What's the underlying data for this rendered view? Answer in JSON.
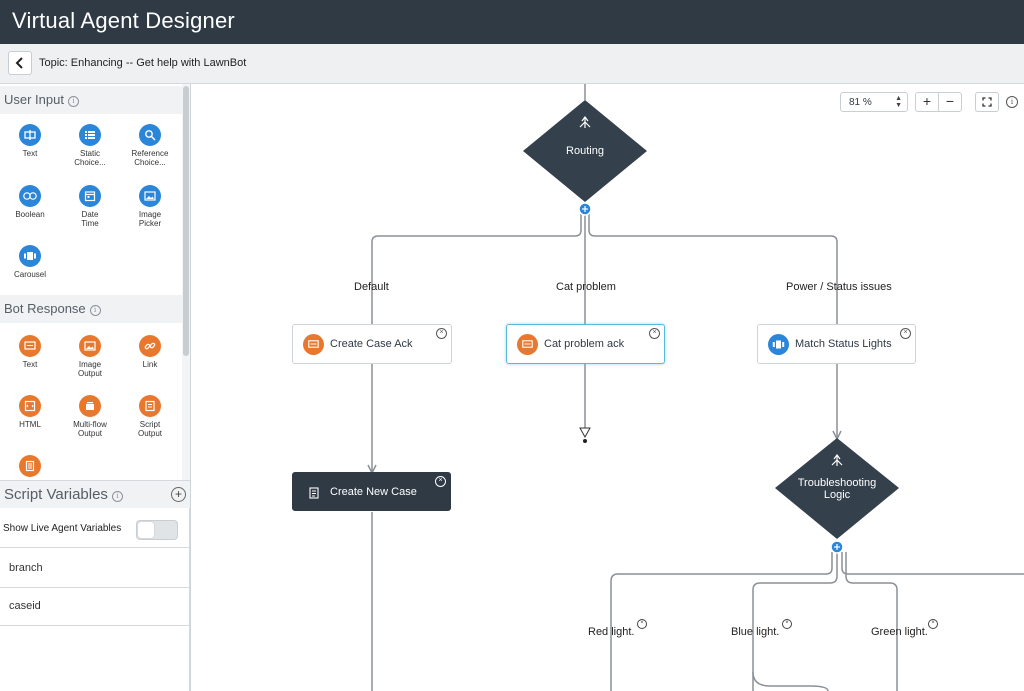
{
  "app": {
    "title": "Virtual Agent Designer"
  },
  "topic": {
    "title": "Topic: Enhancing -- Get help with LawnBot"
  },
  "sidebar": {
    "user_input": {
      "title": "User Input",
      "items": [
        {
          "line1": "Text",
          "line2": "",
          "icon": "text-input-icon"
        },
        {
          "line1": "Static",
          "line2": "Choice...",
          "icon": "list-icon"
        },
        {
          "line1": "Reference",
          "line2": "Choice...",
          "icon": "search-icon"
        },
        {
          "line1": "Boolean",
          "line2": "",
          "icon": "boolean-icon"
        },
        {
          "line1": "Date",
          "line2": "Time",
          "icon": "calendar-icon"
        },
        {
          "line1": "Image",
          "line2": "Picker",
          "icon": "image-icon"
        },
        {
          "line1": "Carousel",
          "line2": "",
          "icon": "carousel-icon"
        }
      ]
    },
    "bot_response": {
      "title": "Bot Response",
      "items": [
        {
          "line1": "Text",
          "line2": "",
          "icon": "message-icon"
        },
        {
          "line1": "Image",
          "line2": "Output",
          "icon": "image-icon"
        },
        {
          "line1": "Link",
          "line2": "",
          "icon": "link-icon"
        },
        {
          "line1": "HTML",
          "line2": "",
          "icon": "html-icon"
        },
        {
          "line1": "Multi-flow",
          "line2": "Output",
          "icon": "multiflow-icon"
        },
        {
          "line1": "Script",
          "line2": "Output",
          "icon": "script-icon"
        }
      ]
    },
    "script_variables": {
      "title": "Script Variables",
      "toggle_label": "Show Live Agent Variables",
      "variables": [
        "branch",
        "caseid"
      ]
    }
  },
  "canvas": {
    "zoom": "81 %",
    "zoom_in": "+",
    "zoom_out": "−",
    "nodes": {
      "routing": "Routing",
      "create_case_ack": "Create Case Ack",
      "cat_problem_ack": "Cat problem ack",
      "match_status_lights": "Match Status Lights",
      "create_new_case": "Create New Case",
      "troubleshooting_line1": "Troubleshooting",
      "troubleshooting_line2": "Logic"
    },
    "edges": {
      "default": "Default",
      "cat_problem": "Cat problem",
      "power_status": "Power / Status issues",
      "red_light": "Red light.",
      "blue_light": "Blue light.",
      "green_light": "Green light."
    }
  },
  "colors": {
    "header": "#2f3a45",
    "accent_blue": "#2b86d9",
    "accent_orange": "#e8782e",
    "node_dark": "#2f3a45",
    "selected": "#59b9e0"
  }
}
